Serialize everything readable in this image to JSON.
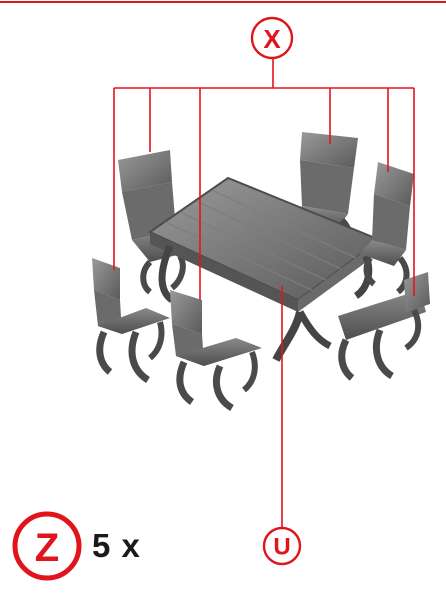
{
  "labels": {
    "x": "X",
    "u": "U",
    "z": "Z"
  },
  "quantity": "5 x",
  "colors": {
    "accent": "#e1141c",
    "furniture": "#5e5e5e",
    "text": "#1a1a1a"
  },
  "components": [
    "table",
    "chair",
    "chair",
    "chair",
    "chair",
    "chair",
    "chair"
  ]
}
